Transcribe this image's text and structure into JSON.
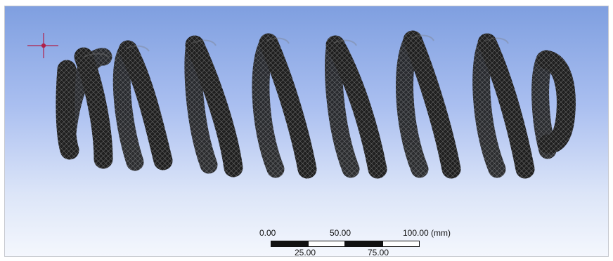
{
  "viewport": {
    "background_top": "#7f9fe0",
    "background_bottom": "#f4f7fd",
    "model": "helical-coil-spring-mesh",
    "mesh_color": "#1d1d1d",
    "mesh_highlight": "#6a6a6a"
  },
  "triad_icon": "crosshair-icon",
  "triad_color": "#b0204a",
  "scale_bar": {
    "top_labels": [
      "0.00",
      "50.00",
      "100.00 (mm)"
    ],
    "bottom_labels": [
      "25.00",
      "75.00"
    ]
  }
}
